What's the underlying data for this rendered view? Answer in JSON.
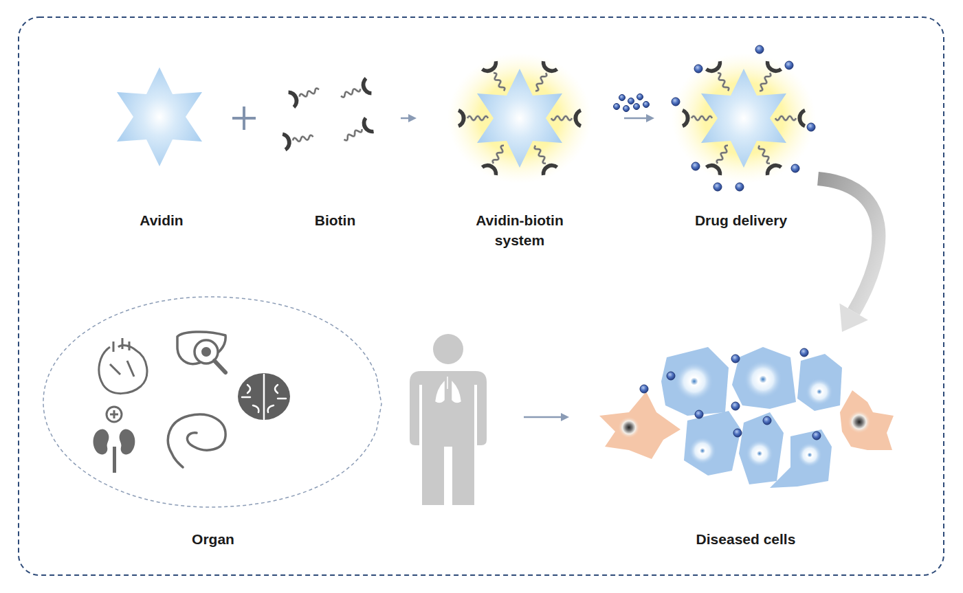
{
  "diagram": {
    "nodes": [
      {
        "text": [
          "Avidin"
        ]
      },
      {
        "text": [
          "Biotin"
        ]
      },
      {
        "text": [
          "Avidin-biotin system"
        ]
      },
      {
        "text": [
          "Drug delivery"
        ]
      },
      {
        "text": [
          "Organ"
        ]
      },
      {
        "text": [
          "Diseased cells"
        ]
      }
    ],
    "edges": [
      {
        "from": 1,
        "to": 2,
        "arrow": "to"
      },
      {
        "from": 2,
        "to": 3,
        "arrow": "to"
      },
      {
        "from": 3,
        "to": 5,
        "arrow": "to"
      }
    ]
  }
}
